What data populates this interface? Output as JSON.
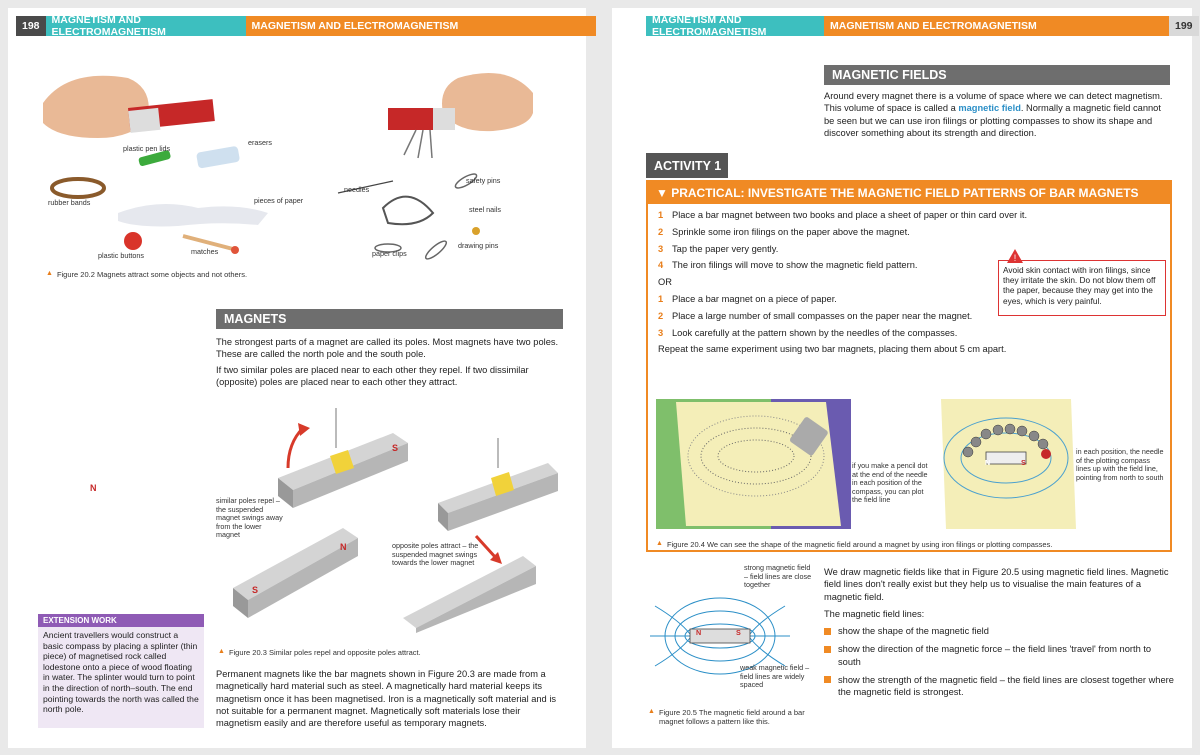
{
  "left_page": {
    "page_number": "198",
    "header_teal": "MAGNETISM AND ELECTROMAGNETISM",
    "header_orange": "MAGNETISM AND ELECTROMAGNETISM",
    "fig202_labels": {
      "pen_lids": "plastic pen lids",
      "erasers": "erasers",
      "rubber_bands": "rubber bands",
      "paper": "pieces of paper",
      "buttons": "plastic buttons",
      "matches": "matches",
      "needles": "needles",
      "safety_pins": "safety pins",
      "steel_nails": "steel nails",
      "paper_clips": "paper clips",
      "drawing_pins": "drawing pins"
    },
    "fig202_caption": "Figure 20.2 Magnets attract some objects and not others.",
    "magnets_heading": "MAGNETS",
    "magnets_p1": "The strongest parts of a magnet are called its poles. Most magnets have two poles. These are called the north pole and the south pole.",
    "magnets_p2": "If two similar poles are placed near to each other they repel. If two dissimilar (opposite) poles are placed near to each other they attract.",
    "fig203_label_repel": "similar poles repel – the suspended magnet swings away from the lower magnet",
    "fig203_label_attract": "opposite poles attract – the suspended magnet swings towards the lower magnet",
    "fig203_caption": "Figure 20.3 Similar poles repel and opposite poles attract.",
    "pole_n": "N",
    "pole_s": "S",
    "extension_title": "EXTENSION WORK",
    "extension_body": "Ancient travellers would construct a basic compass by placing a splinter (thin piece) of magnetised rock called lodestone onto a piece of wood floating in water. The splinter would turn to point in the direction of north–south. The end pointing towards the north was called the north pole.",
    "permanent_p": "Permanent magnets like the bar magnets shown in Figure 20.3 are made from a magnetically hard material such as steel. A magnetically hard material keeps its magnetism once it has been magnetised. Iron is a magnetically soft material and is not suitable for a permanent magnet. Magnetically soft materials lose their magnetism easily and are therefore useful as temporary magnets."
  },
  "right_page": {
    "page_number": "199",
    "header_teal": "MAGNETISM AND ELECTROMAGNETISM",
    "header_orange": "MAGNETISM AND ELECTROMAGNETISM",
    "fields_heading": "MAGNETIC FIELDS",
    "fields_p_a": "Around every magnet there is a volume of space where we can detect magnetism. This volume of space is called a ",
    "fields_p_term": "magnetic field",
    "fields_p_b": ". Normally a magnetic field cannot be seen but we can use iron filings or plotting compasses to show its shape and discover something about its strength and direction.",
    "activity_tab": "ACTIVITY 1",
    "practical_title": "▼ PRACTICAL: INVESTIGATE THE MAGNETIC FIELD PATTERNS OF BAR MAGNETS",
    "steps_a": [
      {
        "n": "1",
        "text": "Place a bar magnet between two books and place a sheet of paper or thin card over it."
      },
      {
        "n": "2",
        "text": "Sprinkle some iron filings on the paper above the magnet."
      },
      {
        "n": "3",
        "text": "Tap the paper very gently."
      },
      {
        "n": "4",
        "text": "The iron filings will move to show the magnetic field pattern."
      }
    ],
    "or_text": "OR",
    "steps_b": [
      {
        "n": "1",
        "text": "Place a bar magnet on a piece of paper."
      },
      {
        "n": "2",
        "text": "Place a large number of small compasses on the paper near the magnet."
      },
      {
        "n": "3",
        "text": "Look carefully at the pattern shown by the needles of the compasses."
      }
    ],
    "repeat_text": "Repeat the same experiment using two bar magnets, placing them about 5 cm apart.",
    "warning": "Avoid skin contact with iron filings, since they irritate the skin. Do not blow them off the paper, because they may get into the eyes, which is very painful.",
    "fig204_pencil": "if you make a pencil dot at the end of the needle in each position of the compass, you can plot the field line",
    "fig204_position": "in each position, the needle of the plotting compass lines up with the field line, pointing from north to south",
    "fig204_caption": "Figure 20.4 We can see the shape of the magnetic field around a magnet by using iron filings or plotting compasses.",
    "fig205_strong": "strong magnetic field – field lines are close together",
    "fig205_weak": "weak magnetic field – field lines are widely spaced",
    "fig205_caption": "Figure 20.5 The magnetic field around a bar magnet follows a pattern like this.",
    "field_lines_p": "We draw magnetic fields like that in Figure 20.5 using magnetic field lines. Magnetic field lines don't really exist but they help us to visualise the main features of a magnetic field.",
    "field_lines_intro": "The magnetic field lines:",
    "bullets": [
      "show the shape of the magnetic field",
      "show the direction of the magnetic force – the field lines 'travel' from north to south",
      "show the strength of the magnetic field – the field lines are closest together where the magnetic field is strongest."
    ],
    "pole_n": "N",
    "pole_s": "S"
  }
}
